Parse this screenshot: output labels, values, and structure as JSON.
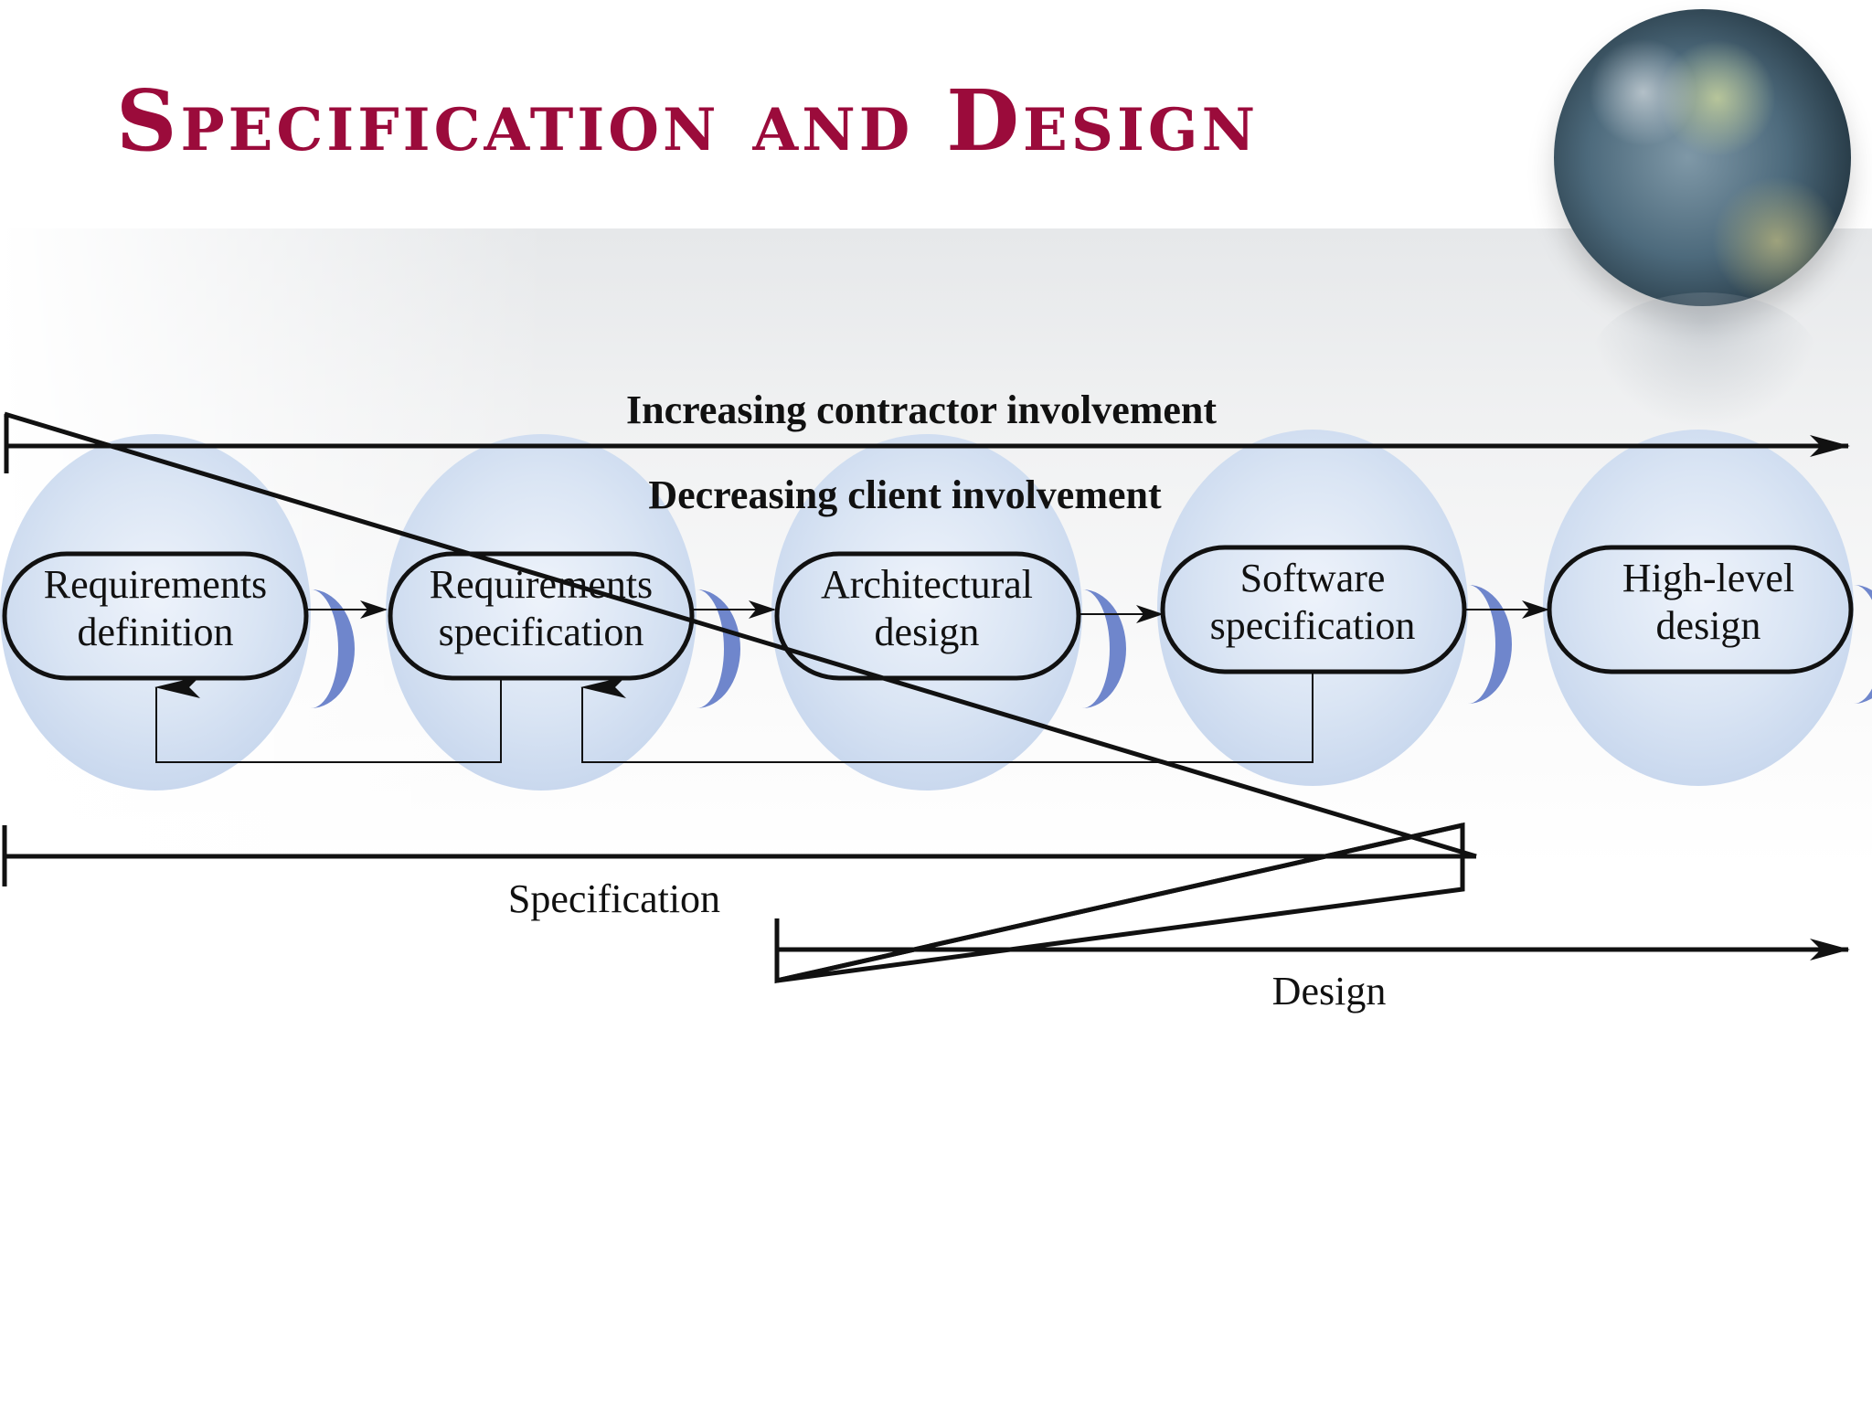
{
  "slide": {
    "title": "Specification and Design"
  },
  "diagram": {
    "increasing_label": "Increasing contractor involvement",
    "decreasing_label": "Decreasing client involvement",
    "stages": [
      {
        "line1": "Requirements",
        "line2": "definition"
      },
      {
        "line1": "Requirements",
        "line2": "specification"
      },
      {
        "line1": "Architectural",
        "line2": "design"
      },
      {
        "line1": "Software",
        "line2": "specification"
      },
      {
        "line1": "High-level",
        "line2": "design"
      }
    ],
    "phases": {
      "specification": "Specification",
      "design": "Design"
    }
  },
  "colors": {
    "title": "#9b0b3b",
    "bubble": "#d6e2f3",
    "bubble_crescent": "#6f86cc",
    "stroke": "#111111"
  },
  "icons": {
    "globe": "earth-globe-icon"
  }
}
